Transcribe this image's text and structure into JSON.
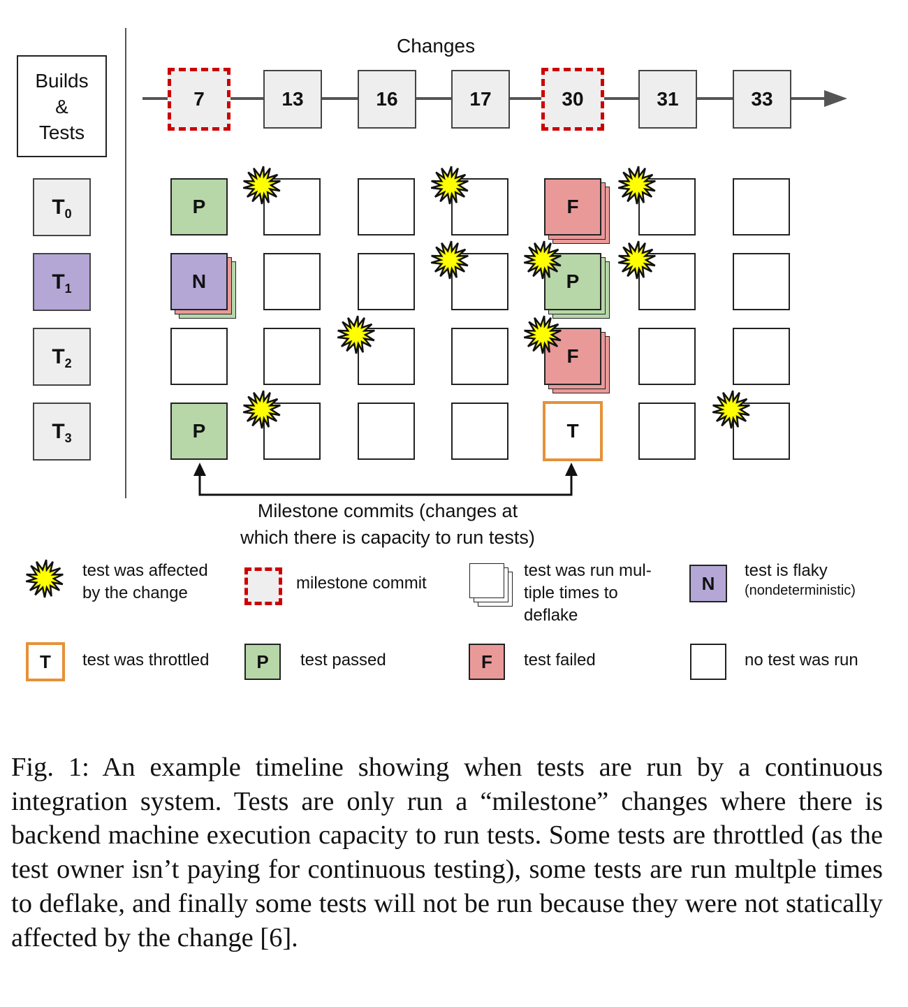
{
  "header": {
    "changes_label": "Changes",
    "builds_tests_label": [
      "Builds",
      "&",
      "Tests"
    ]
  },
  "changes": [
    "7",
    "13",
    "16",
    "17",
    "30",
    "31",
    "33"
  ],
  "milestone_changes": [
    "7",
    "30"
  ],
  "tests": [
    {
      "name": "T",
      "sub": "0"
    },
    {
      "name": "T",
      "sub": "1"
    },
    {
      "name": "T",
      "sub": "2"
    },
    {
      "name": "T",
      "sub": "3"
    }
  ],
  "grid": [
    [
      {
        "s": "P"
      },
      {
        "s": "empty",
        "affected": true
      },
      {
        "s": "empty"
      },
      {
        "s": "empty",
        "affected": true
      },
      {
        "s": "F",
        "stack": true
      },
      {
        "s": "empty",
        "affected": true
      },
      {
        "s": "empty"
      }
    ],
    [
      {
        "s": "N",
        "stack": true
      },
      {
        "s": "empty"
      },
      {
        "s": "empty"
      },
      {
        "s": "empty",
        "affected": true
      },
      {
        "s": "P",
        "stack": true,
        "affected": true
      },
      {
        "s": "empty",
        "affected": true
      },
      {
        "s": "empty"
      }
    ],
    [
      {
        "s": "empty"
      },
      {
        "s": "empty"
      },
      {
        "s": "empty",
        "affected": true
      },
      {
        "s": "empty"
      },
      {
        "s": "F",
        "stack": true,
        "affected": true
      },
      {
        "s": "empty"
      },
      {
        "s": "empty"
      }
    ],
    [
      {
        "s": "P"
      },
      {
        "s": "empty",
        "affected": true
      },
      {
        "s": "empty"
      },
      {
        "s": "empty"
      },
      {
        "s": "T"
      },
      {
        "s": "empty"
      },
      {
        "s": "empty",
        "affected": true
      }
    ]
  ],
  "annotation": [
    "Milestone commits (changes at",
    "which there is capacity to run tests)"
  ],
  "legend": {
    "affected": [
      "test was affected",
      "by the change"
    ],
    "milestone": "milestone commit",
    "deflake": [
      "test was run mul-",
      "tiple times to",
      "deflake"
    ],
    "flaky": "test is flaky",
    "flaky_sub": "(nondeterministic)",
    "throttled": "test was throttled",
    "passed": "test passed",
    "failed": "test failed",
    "no_test": "no test was run",
    "letters": {
      "N": "N",
      "T": "T",
      "P": "P",
      "F": "F"
    }
  },
  "caption": "Fig. 1: An example timeline showing when tests are run by a continuous integration system. Tests are only run a “milestone” changes where there is backend machine execution capacity to run tests. Some tests are throttled (as the test owner isn’t paying for continuous testing), some tests are run multple times to deflake, and finally some tests will not be run because they were not statically affected by the change [6]."
}
